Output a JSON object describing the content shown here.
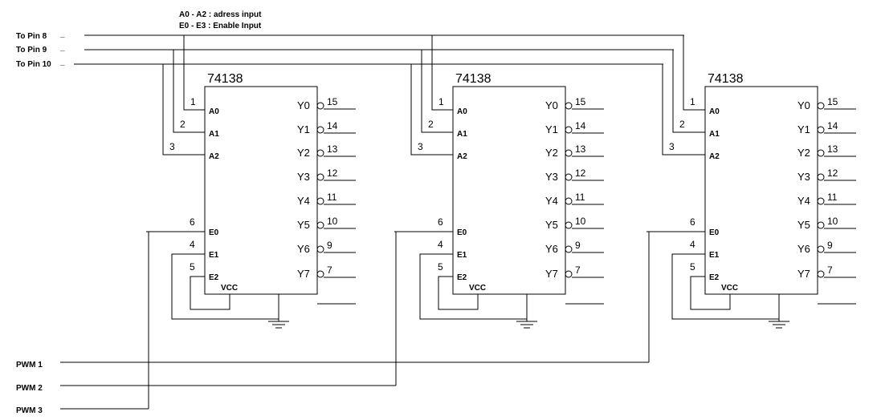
{
  "notes": {
    "address": "A0 - A2 : adress input",
    "enable": "E0 - E3 : Enable Input"
  },
  "bus_labels": [
    "To Pin 8",
    "To Pin 9",
    "To Pin 10"
  ],
  "bus_dash": "_",
  "pwm_labels": [
    "PWM 1",
    "PWM 2",
    "PWM 3"
  ],
  "chips": [
    {
      "part": "74138"
    },
    {
      "part": "74138"
    },
    {
      "part": "74138"
    }
  ],
  "inputs": [
    {
      "num": "1",
      "name": "A0"
    },
    {
      "num": "2",
      "name": "A1"
    },
    {
      "num": "3",
      "name": "A2"
    },
    {
      "num": "6",
      "name": "E0"
    },
    {
      "num": "4",
      "name": "E1"
    },
    {
      "num": "5",
      "name": "E2"
    }
  ],
  "vcc_label": "VCC",
  "outputs": [
    {
      "name": "Y0",
      "num": "15"
    },
    {
      "name": "Y1",
      "num": "14"
    },
    {
      "name": "Y2",
      "num": "13"
    },
    {
      "name": "Y3",
      "num": "12"
    },
    {
      "name": "Y4",
      "num": "11"
    },
    {
      "name": "Y5",
      "num": "10"
    },
    {
      "name": "Y6",
      "num": "9"
    },
    {
      "name": "Y7",
      "num": "7"
    }
  ]
}
